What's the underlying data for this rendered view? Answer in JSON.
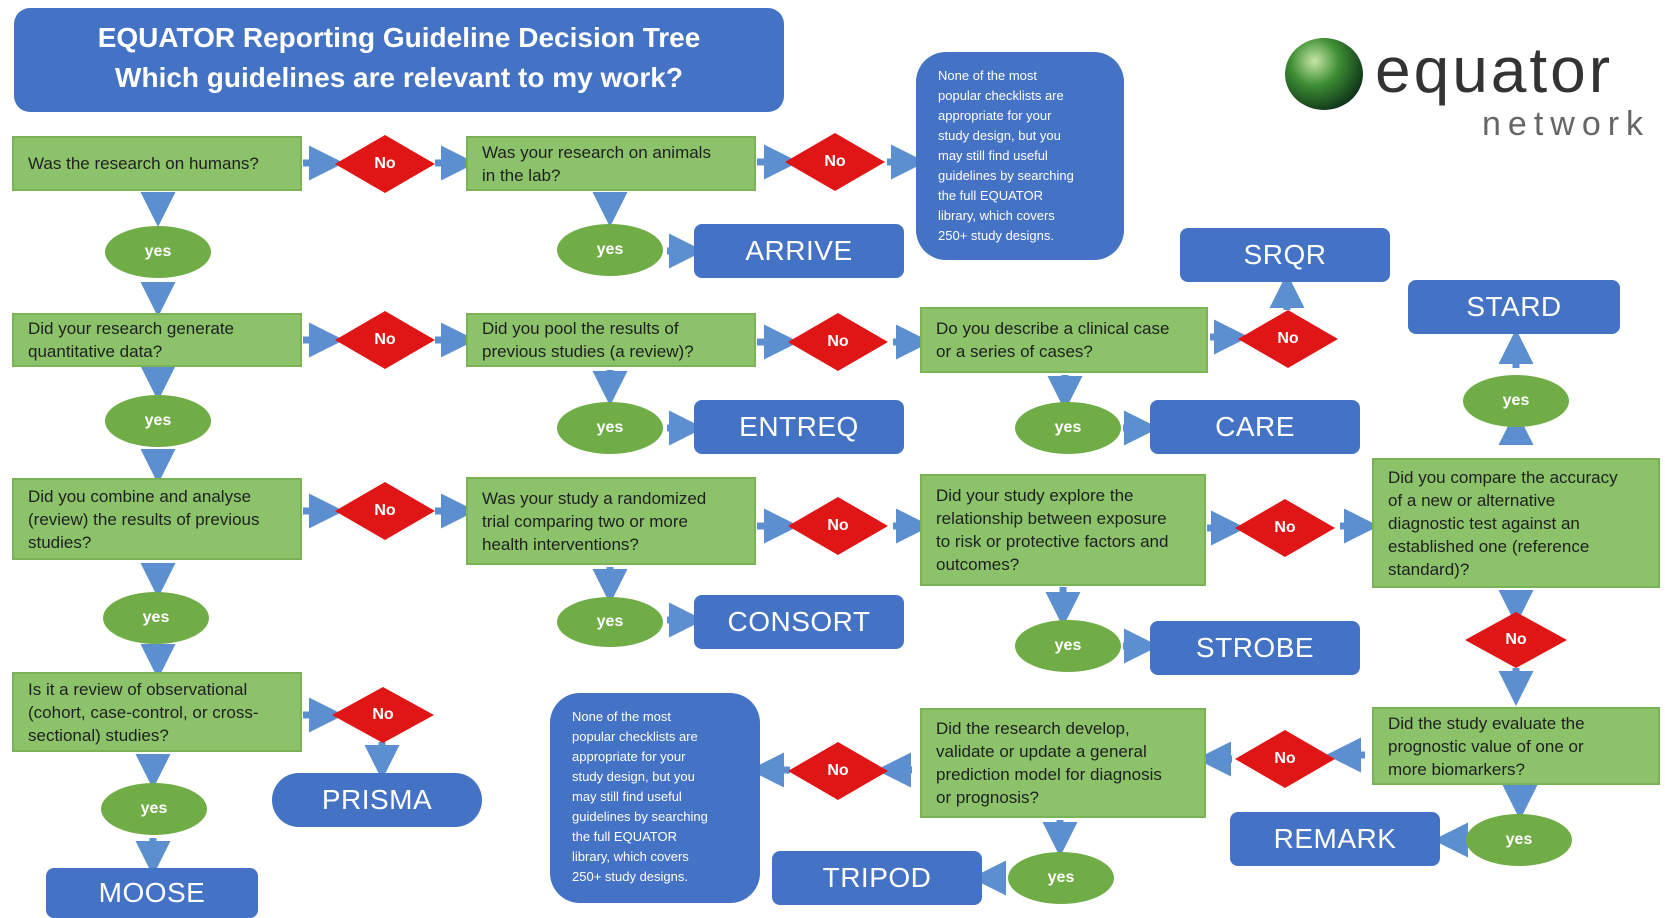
{
  "title": {
    "line1": "EQUATOR Reporting Guideline Decision Tree",
    "line2": "Which guidelines are relevant to my work?"
  },
  "logo": {
    "name": "equator",
    "sub": "network",
    "icon": "globe-icon"
  },
  "labels": {
    "yes": "yes",
    "no": "No"
  },
  "questions": {
    "humans": "Was the research on humans?",
    "animals": "Was your research on animals\nin the lab?",
    "quantitative": "Did your research generate\nquantitative data?",
    "pool": "Did you pool the results of\nprevious studies (a review)?",
    "clinical_case": "Do you describe a clinical case\nor a series of cases?",
    "combine": "Did you combine and analyse\n(review) the results of previous\nstudies?",
    "randomized": "Was your study a randomized\ntrial comparing two or more\nhealth interventions?",
    "exposure": "Did your study explore the\nrelationship between exposure\nto risk or protective factors and\noutcomes?",
    "diagnostic": "Did you compare the accuracy\nof a new or alternative\ndiagnostic test against an\nestablished one (reference\nstandard)?",
    "observational": "Is it a review of observational\n(cohort, case-control, or cross-\nsectional) studies?",
    "prediction": "Did the research develop,\nvalidate or update a general\nprediction model for diagnosis\nor prognosis?",
    "biomarkers": "Did the study evaluate the\nprognostic value of one or\nmore biomarkers?"
  },
  "guidelines": {
    "arrive": "ARRIVE",
    "srqr": "SRQR",
    "stard": "STARD",
    "entreq": "ENTREQ",
    "care": "CARE",
    "consort": "CONSORT",
    "strobe": "STROBE",
    "prisma": "PRISMA",
    "remark": "REMARK",
    "tripod": "TRIPOD",
    "moose": "MOOSE"
  },
  "notes": {
    "top": "None of the most\npopular checklists are\nappropriate for your\nstudy design, but you\nmay still find useful\nguidelines by searching\nthe full EQUATOR\nlibrary, which covers\n250+ study designs.",
    "bottom": "None of the most\npopular checklists are\nappropriate for your\nstudy design, but you\nmay still find useful\nguidelines by searching\nthe full EQUATOR\nlibrary, which covers\n250+ study designs."
  },
  "colors": {
    "question_fill": "#8cc36a",
    "guideline_fill": "#4472c4",
    "yes_fill": "#70ad47",
    "no_fill": "#e01515",
    "arrow": "#5b8fd0"
  }
}
